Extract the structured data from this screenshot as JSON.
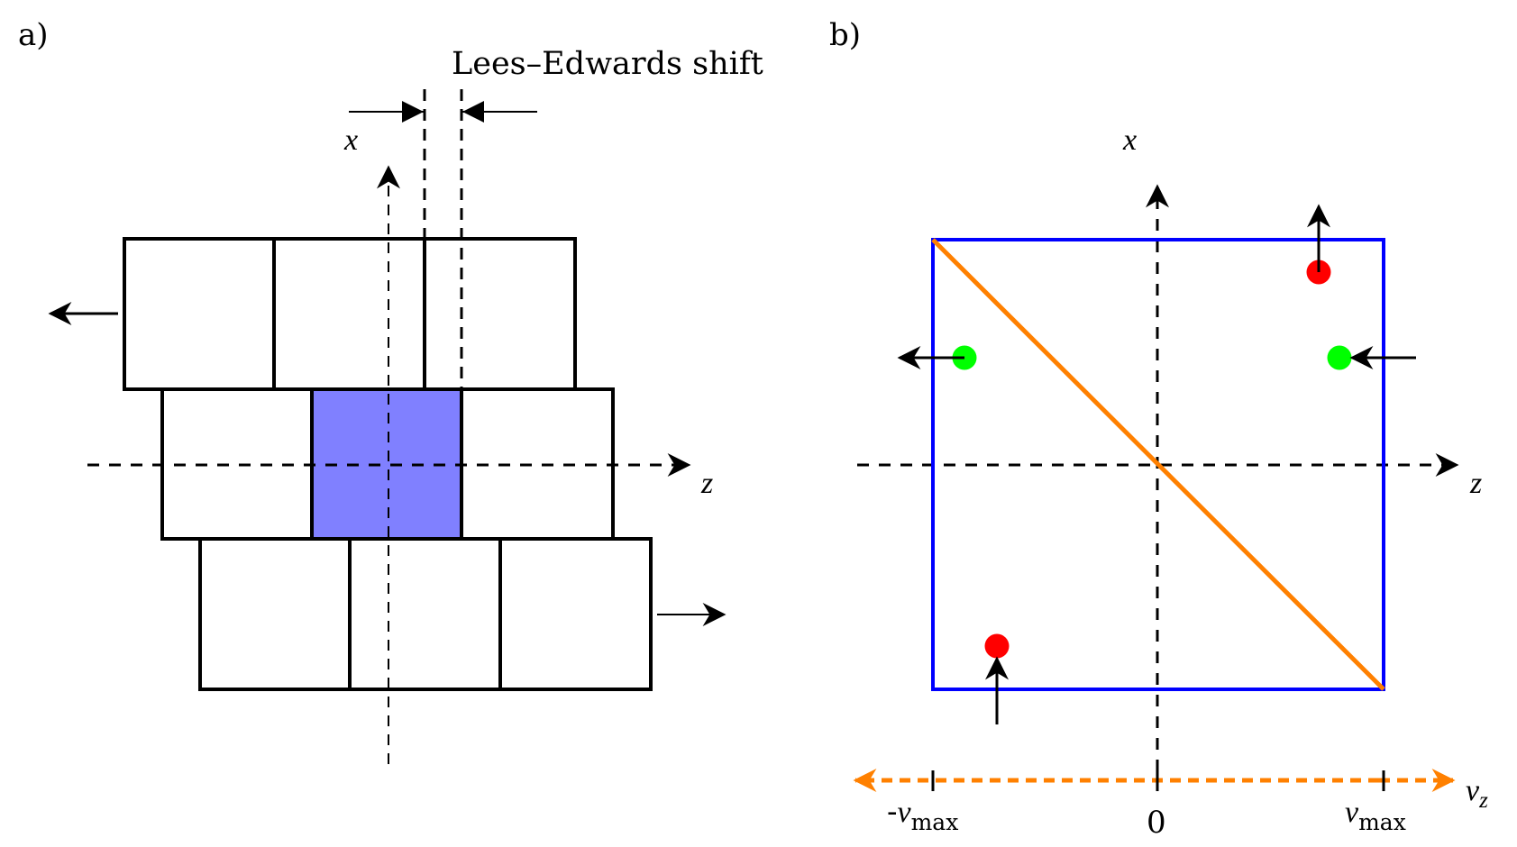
{
  "panel_a": {
    "label": "a)",
    "shift_label": "Lees–Edwards shift",
    "axis_x_label": "x",
    "axis_z_label": "z",
    "grid": {
      "rows": 3,
      "cols_per_row": 3,
      "highlighted_cell": {
        "row": 2,
        "col": 2
      },
      "top_row_motion": "left",
      "bottom_row_motion": "right"
    },
    "colors": {
      "highlight_cell": "#8080ff",
      "lines": "#000000"
    }
  },
  "panel_b": {
    "label": "b)",
    "axis_x_label": "x",
    "axis_z_label": "z",
    "velocity_axis": {
      "label": "v",
      "label_sub": "z",
      "ticks": [
        {
          "prefix": "-",
          "main": "v",
          "sub": "max"
        },
        {
          "prefix": "",
          "main": "0",
          "sub": ""
        },
        {
          "prefix": "",
          "main": "v",
          "sub": "max"
        }
      ]
    },
    "particles": [
      {
        "color": "red",
        "position": "upper-right",
        "arrow": "up"
      },
      {
        "color": "red",
        "position": "lower-left",
        "arrow": "up-into"
      },
      {
        "color": "green",
        "position": "left",
        "arrow": "left"
      },
      {
        "color": "green",
        "position": "right",
        "arrow": "left-into"
      }
    ],
    "colors": {
      "box": "#0000ff",
      "diagonal": "#ff8000",
      "red": "#ff0000",
      "green": "#00ff00",
      "velocity_axis": "#ff8000"
    }
  }
}
